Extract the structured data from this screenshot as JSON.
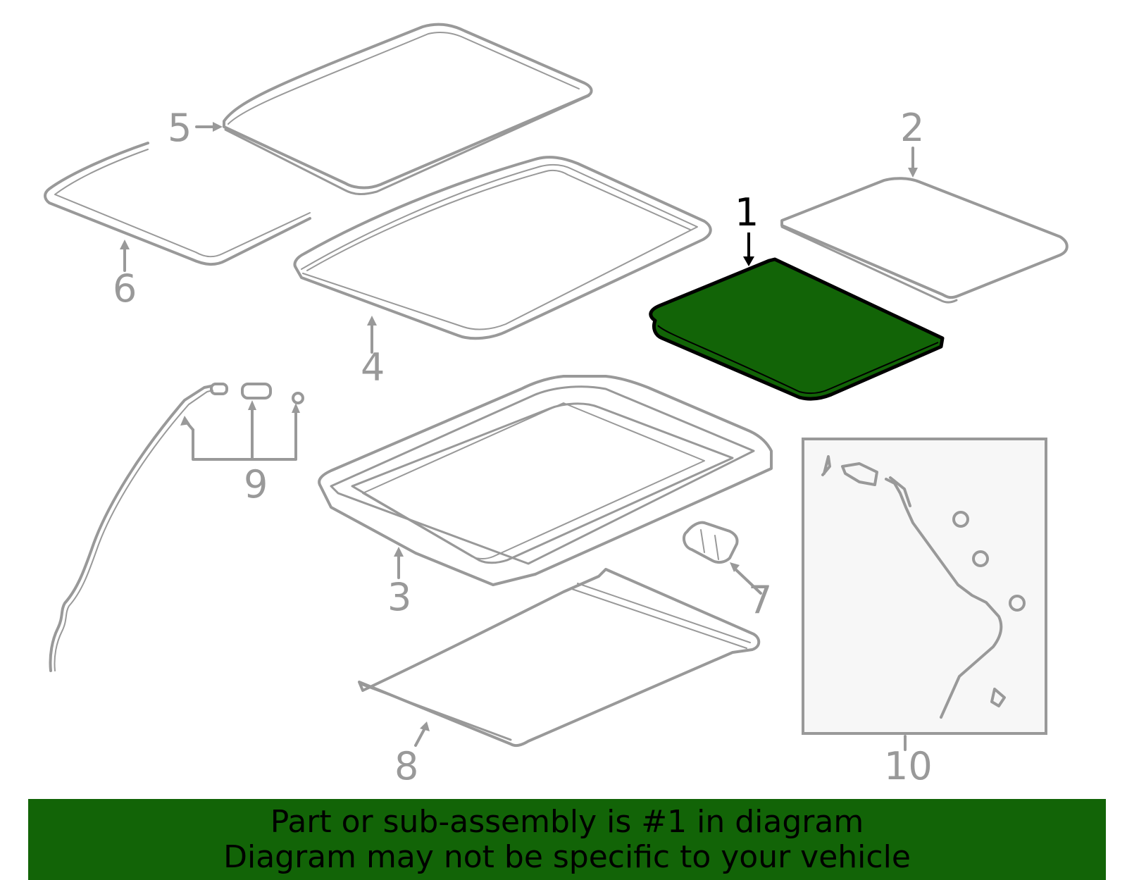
{
  "diagram": {
    "title": "Sunroof assembly parts diagram",
    "highlighted_part": "1",
    "colors": {
      "line_art": "#999999",
      "highlight_fill": "#126407",
      "highlight_stroke": "#000000",
      "inset_box_fill": "#f7f7f7",
      "banner_bg": "#126407",
      "banner_text": "#000000"
    },
    "callouts": [
      {
        "id": "1",
        "label": "1",
        "part": "Sunroof glass (highlighted)"
      },
      {
        "id": "2",
        "label": "2",
        "part": "Glass panel"
      },
      {
        "id": "3",
        "label": "3",
        "part": "Sunroof frame / housing"
      },
      {
        "id": "4",
        "label": "4",
        "part": "Weatherstrip seal"
      },
      {
        "id": "5",
        "label": "5",
        "part": "Upper seal"
      },
      {
        "id": "6",
        "label": "6",
        "part": "Deflector / trim"
      },
      {
        "id": "7",
        "label": "7",
        "part": "Motor"
      },
      {
        "id": "8",
        "label": "8",
        "part": "Sunshade"
      },
      {
        "id": "9",
        "label": "9",
        "part": "Drain hose & fittings"
      },
      {
        "id": "10",
        "label": "10",
        "part": "Drain hose kit (inset)"
      }
    ]
  },
  "banner": {
    "line1": "Part or sub-assembly is #1 in diagram",
    "line2": "Diagram may not be specific to your vehicle"
  }
}
